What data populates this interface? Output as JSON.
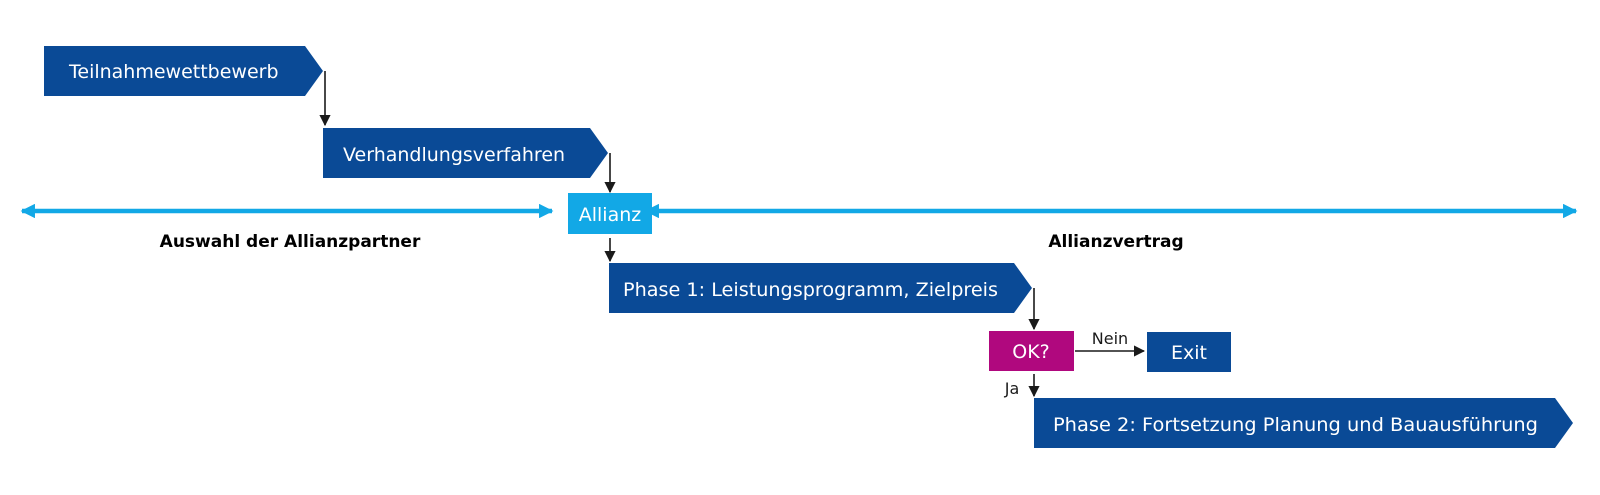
{
  "colors": {
    "dark_blue": "#0a4a96",
    "light_blue": "#12a8e6",
    "magenta": "#b0087e",
    "connector": "#1a1a1a"
  },
  "steps": {
    "teilnahmewettbewerb": "Teilnahmewettbewerb",
    "verhandlungsverfahren": "Verhandlungsverfahren",
    "allianz": "Allianz",
    "phase1": "Phase 1: Leistungsprogramm, Zielpreis",
    "decision": "OK?",
    "exit": "Exit",
    "phase2": "Phase 2: Fortsetzung Planung und Bauausführung"
  },
  "timeline": {
    "left_label": "Auswahl der Allianzpartner",
    "right_label": "Allianzvertrag"
  },
  "branches": {
    "no": "Nein",
    "yes": "Ja"
  }
}
